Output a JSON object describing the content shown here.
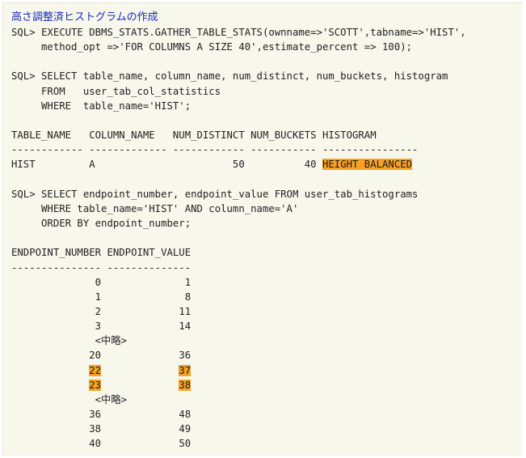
{
  "heading": "高さ調整済ヒストグラムの作成",
  "colors": {
    "background": "#f7f7ec",
    "heading": "#1a2bbd",
    "text": "#222222",
    "highlight": "#f7a225"
  },
  "stats_command": {
    "line1": "SQL> EXECUTE DBMS_STATS.GATHER_TABLE_STATS(ownname=>'SCOTT',tabname=>'HIST',",
    "line2": "     method_opt =>'FOR COLUMNS A SIZE 40',estimate_percent => 100);"
  },
  "query1": {
    "line1": "SQL> SELECT table_name, column_name, num_distinct, num_buckets, histogram",
    "line2": "     FROM   user_tab_col_statistics",
    "line3": "     WHERE  table_name='HIST';"
  },
  "result1": {
    "header": "TABLE_NAME   COLUMN_NAME   NUM_DISTINCT NUM_BUCKETS HISTOGRAM",
    "divider": "------------ ------------- ------------ ----------- ----------------",
    "row_prefix": "HIST         A                       50          40 ",
    "histogram": "HEIGHT BALANCED"
  },
  "query2": {
    "line1": "SQL> SELECT endpoint_number, endpoint_value FROM user_tab_histograms",
    "line2": "     WHERE table_name='HIST' AND column_name='A'",
    "line3": "     ORDER BY endpoint_number;"
  },
  "result2": {
    "header": "ENDPOINT_NUMBER ENDPOINT_VALUE",
    "divider": "--------------- --------------",
    "omitted": "<中略>",
    "rows_a": [
      {
        "number": "0",
        "value": "1"
      },
      {
        "number": "1",
        "value": "8"
      },
      {
        "number": "2",
        "value": "11"
      },
      {
        "number": "3",
        "value": "14"
      }
    ],
    "rows_b": [
      {
        "number": "20",
        "value": "36"
      },
      {
        "number": "22",
        "value": "37"
      },
      {
        "number": "23",
        "value": "38"
      }
    ],
    "rows_c": [
      {
        "number": "36",
        "value": "48"
      },
      {
        "number": "38",
        "value": "49"
      },
      {
        "number": "40",
        "value": "50"
      }
    ]
  }
}
